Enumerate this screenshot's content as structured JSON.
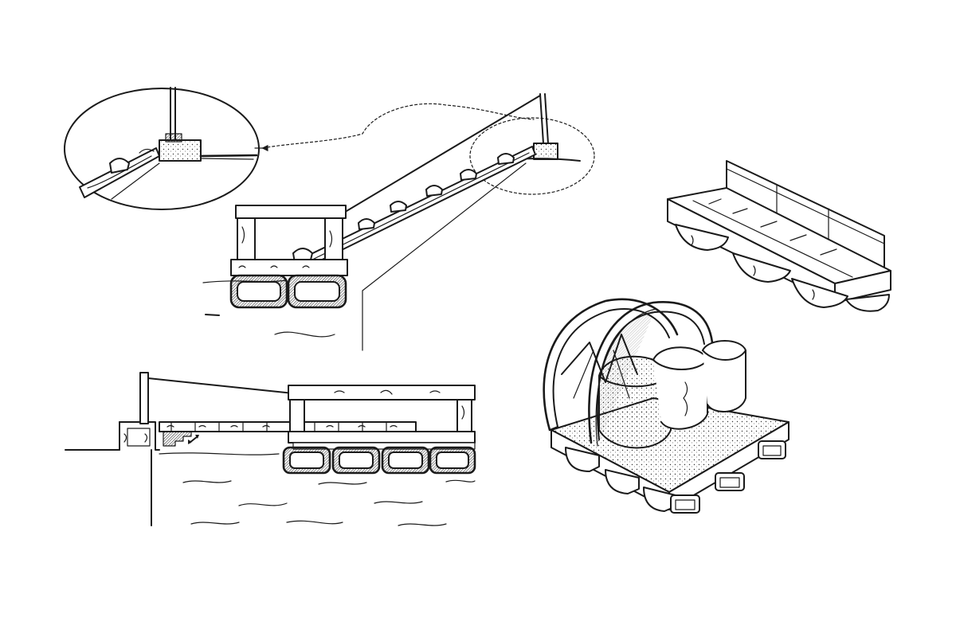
{
  "figure": {
    "background": "#ffffff",
    "ink_color": "#1a1a1a",
    "panels": [
      "walkway-bridge-perspective-with-detail-callout",
      "walkway-bridge-side-elevation",
      "floating-bench-module",
      "floating-module-with-arch-frame-and-bales"
    ],
    "icons": [
      "double-arrow-icon"
    ]
  }
}
